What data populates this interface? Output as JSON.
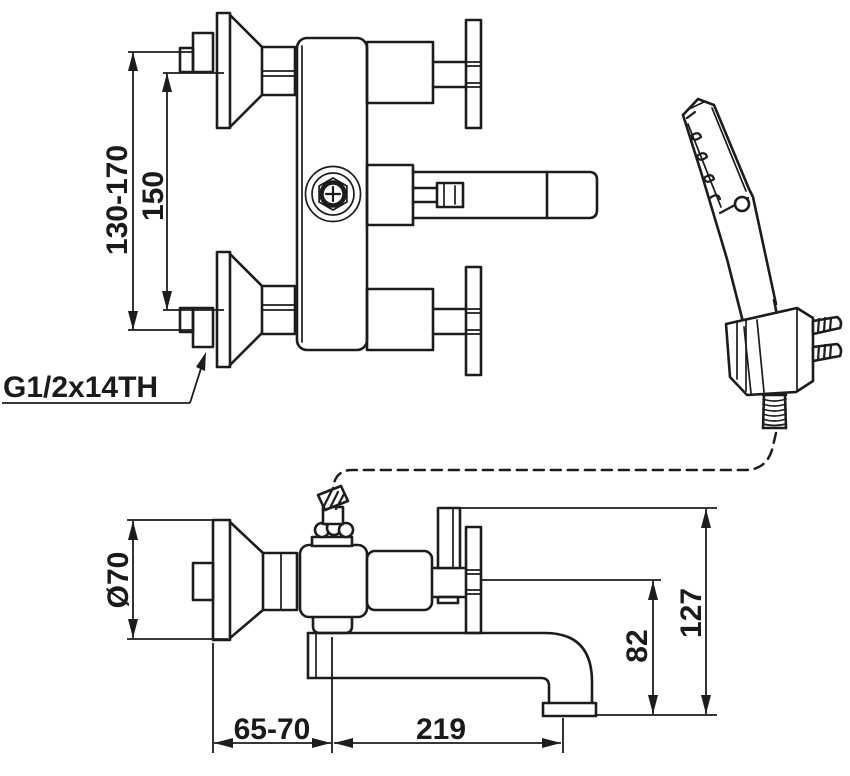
{
  "drawing": {
    "background": "#ffffff",
    "line_color": "#1c1c1c",
    "text_color": "#1a1a1a"
  },
  "plan_view": {
    "dim_mounting_range": "130-170",
    "dim_center_distance": "150",
    "thread_label": "G1/2x14TH"
  },
  "side_view": {
    "dim_escutcheon_diameter": "Ø70",
    "dim_wall_offset": "65-70",
    "dim_spout_reach": "219",
    "dim_spout_drop": "82",
    "dim_overall_height": "127"
  }
}
